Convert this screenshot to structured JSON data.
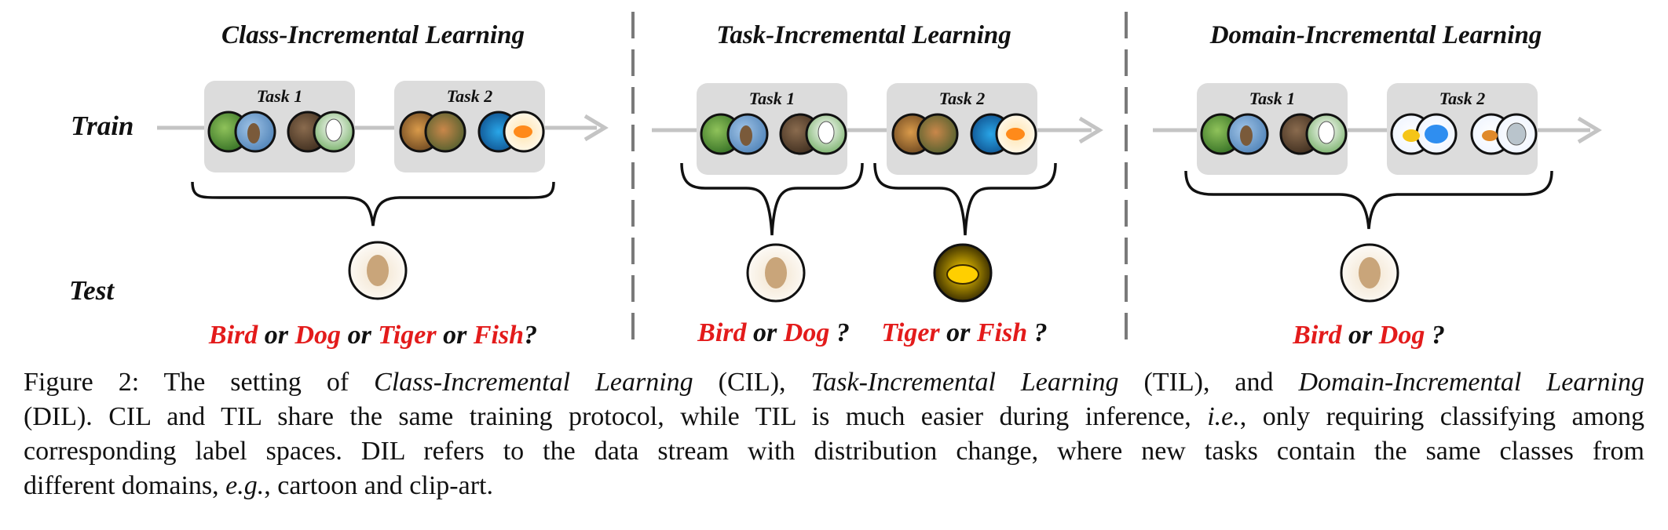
{
  "panels": [
    {
      "title": "Class-Incremental Learning",
      "task1": "Task 1",
      "task2": "Task 2"
    },
    {
      "title": "Task-Incremental Learning",
      "task1": "Task 1",
      "task2": "Task 2"
    },
    {
      "title": "Domain-Incremental Learning",
      "task1": "Task 1",
      "task2": "Task 2"
    }
  ],
  "row_labels": {
    "train": "Train",
    "test": "Test"
  },
  "questions": {
    "cil": {
      "c1": "Bird",
      "or1": " or ",
      "c2": "Dog",
      "or2": " or ",
      "c3": "Tiger",
      "or3": " or ",
      "c4": "Fish",
      "q": "?"
    },
    "til1": {
      "c1": "Bird",
      "or1": " or ",
      "c2": "Dog",
      "q": " ?"
    },
    "til2": {
      "c1": "Tiger",
      "or1": " or ",
      "c2": "Fish",
      "q": " ?"
    },
    "dil": {
      "c1": "Bird",
      "or1": " or ",
      "c2": "Dog",
      "q": " ?"
    }
  },
  "colors": {
    "class_red": "#e31b1b",
    "task_box": "#dcdcdc",
    "arrow": "#c4c4c4",
    "divider": "#7a7a7a"
  },
  "caption": {
    "l1a": "Figure 2: The setting of ",
    "l1b": "Class-Incremental Learning",
    "l1c": " (CIL), ",
    "l1d": "Task-Incremental Learning",
    "l1e": " (TIL), and ",
    "l1f": "Domain-Incremental Learning",
    "l2a": "(DIL). CIL and TIL share the same training protocol, while TIL is much easier during inference, ",
    "l2b": "i.e.",
    "l2c": ", only requiring classifying among",
    "l3": "corresponding label spaces. DIL refers to the data stream with distribution change, where new tasks contain the same classes from",
    "l4a": "different domains, ",
    "l4b": "e.g.",
    "l4c": ", cartoon and clip-art."
  }
}
